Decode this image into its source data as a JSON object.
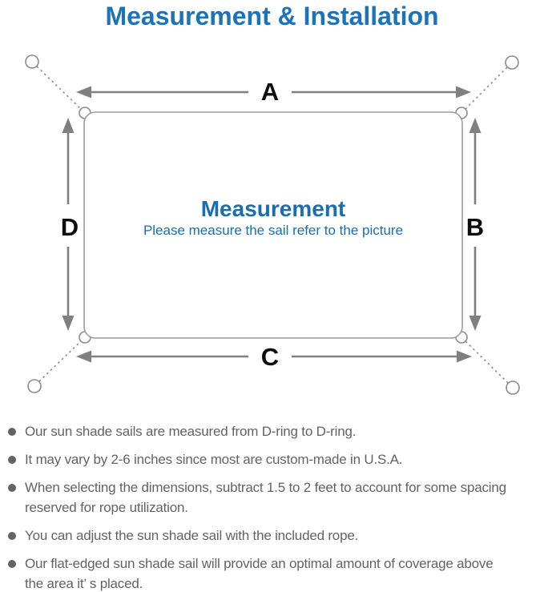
{
  "title": "Measurement & Installation",
  "diagram": {
    "center_title": "Measurement",
    "center_subtitle": "Please measure the sail refer to the picture",
    "labels": {
      "top": "A",
      "right": "B",
      "bottom": "C",
      "left": "D"
    }
  },
  "notes": [
    "Our sun shade sails are measured from D-ring to D-ring.",
    "It may vary by 2-6 inches since most are custom-made in U.S.A.",
    "When selecting the dimensions, subtract 1.5 to 2 feet to account for some spacing\nreserved for rope utilization.",
    "You can adjust the sun shade sail with the included rope.",
    "Our flat-edged sun shade sail will provide an optimal amount of coverage above\nthe area it’ s placed."
  ],
  "colors": {
    "title_blue": "#1b74bb",
    "center_blue": "#1b6db2",
    "arrow_gray": "#7f7f7f",
    "outline_gray": "#9c9c9c",
    "note_gray": "#636363"
  }
}
